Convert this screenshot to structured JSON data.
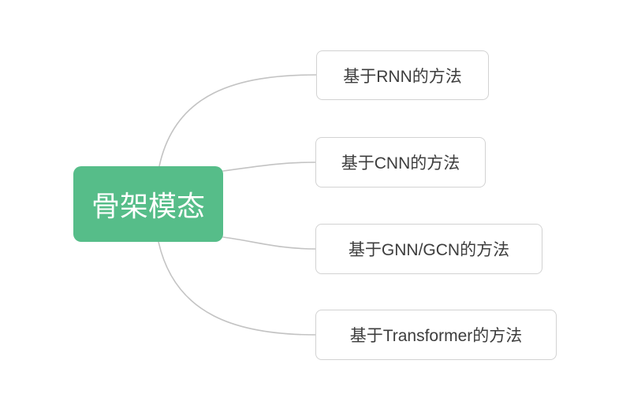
{
  "diagram": {
    "type": "mindmap",
    "root": {
      "label": "骨架模态"
    },
    "children": [
      {
        "label": "基于RNN的方法"
      },
      {
        "label": "基于CNN的方法"
      },
      {
        "label": "基于GNN/GCN的方法"
      },
      {
        "label": "基于Transformer的方法"
      }
    ],
    "colors": {
      "bg": "#ffffff",
      "root-fill": "#56bd89",
      "root-text": "#ffffff",
      "child-fill": "#ffffff",
      "child-border": "#d2d2d2",
      "child-text": "#3d3d3d",
      "connector": "#c3c3c3"
    }
  }
}
